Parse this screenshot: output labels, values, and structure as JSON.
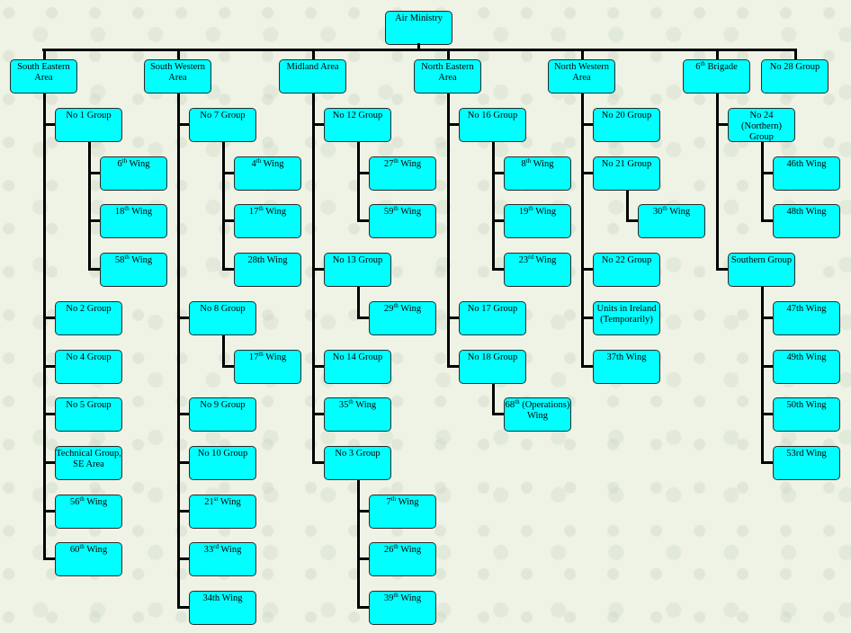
{
  "root": {
    "num": "Air Ministry"
  },
  "areas": [
    {
      "num": "South Eastern Area",
      "children": [
        {
          "num": "No 1 Group",
          "children": [
            {
              "num": "6",
              "sup": "th",
              "rest": " Wing"
            },
            {
              "num": "18",
              "sup": "th",
              "rest": " Wing"
            },
            {
              "num": "58",
              "sup": "th",
              "rest": " Wing"
            }
          ]
        },
        {
          "num": "No 2 Group"
        },
        {
          "num": "No 4 Group"
        },
        {
          "num": "No 5 Group"
        },
        {
          "num": "Technical Group, SE Area"
        },
        {
          "num": "56",
          "sup": "th",
          "rest": " Wing"
        },
        {
          "num": "60",
          "sup": "th",
          "rest": " Wing"
        }
      ]
    },
    {
      "num": "South Western Area",
      "children": [
        {
          "num": "No 7 Group",
          "children": [
            {
              "num": "4",
              "sup": "th",
              "rest": " Wing"
            },
            {
              "num": "17",
              "sup": "th",
              "rest": " Wing"
            },
            {
              "num": "28th Wing"
            }
          ]
        },
        {
          "num": "No 8 Group",
          "children": [
            {
              "num": "17",
              "sup": "th",
              "rest": " Wing"
            }
          ]
        },
        {
          "num": "No 9 Group"
        },
        {
          "num": "No 10 Group"
        },
        {
          "num": "21",
          "sup": "st",
          "rest": " Wing"
        },
        {
          "num": "33",
          "sup": "rd",
          "rest": " Wing"
        },
        {
          "num": "34th Wing"
        }
      ]
    },
    {
      "num": "Midland Area",
      "children": [
        {
          "num": "No 12 Group",
          "children": [
            {
              "num": "27",
              "sup": "th",
              "rest": " Wing"
            },
            {
              "num": "59",
              "sup": "th",
              "rest": " Wing"
            }
          ]
        },
        {
          "num": "No 13 Group",
          "children": [
            {
              "num": "29",
              "sup": "th",
              "rest": " Wing"
            }
          ]
        },
        {
          "num": "No 14 Group"
        },
        {
          "num": "35",
          "sup": "th",
          "rest": " Wing"
        },
        {
          "num": "No 3 Group",
          "children": [
            {
              "num": "7",
              "sup": "th",
              "rest": " Wing"
            },
            {
              "num": "26",
              "sup": "th",
              "rest": " Wing"
            },
            {
              "num": "39",
              "sup": "th",
              "rest": " Wing"
            }
          ]
        }
      ]
    },
    {
      "num": "North Eastern Area",
      "children": [
        {
          "num": "No 16 Group",
          "children": [
            {
              "num": "8",
              "sup": "th",
              "rest": " Wing"
            },
            {
              "num": "19",
              "sup": "th",
              "rest": " Wing"
            },
            {
              "num": "23",
              "sup": "rd",
              "rest": " Wing"
            }
          ]
        },
        {
          "num": "No 17 Group"
        },
        {
          "num": "No 18 Group",
          "children": [
            {
              "num": "68",
              "sup": "th",
              "rest": " (Operations) Wing"
            }
          ]
        }
      ]
    },
    {
      "num": "North Western Area",
      "children": [
        {
          "num": "No 20 Group"
        },
        {
          "num": "No 21 Group",
          "children": [
            {
              "num": "30",
              "sup": "th",
              "rest": " Wing"
            }
          ]
        },
        {
          "num": "No 22 Group"
        },
        {
          "num": "Units in Ireland (Temporarily)"
        },
        {
          "num": "37th Wing"
        }
      ]
    },
    {
      "num": "6",
      "sup": "th",
      "rest": " Brigade",
      "children": [
        {
          "num": "No 24 (Northern) Group",
          "children": [
            {
              "num": "46th Wing"
            },
            {
              "num": "48th Wing"
            }
          ]
        },
        {
          "num": "Southern Group",
          "children": [
            {
              "num": "47th Wing"
            },
            {
              "num": "49th Wing"
            },
            {
              "num": "50th Wing"
            },
            {
              "num": "53rd Wing"
            }
          ]
        }
      ]
    },
    {
      "num": "No 28 Group"
    }
  ],
  "colors": {
    "box": "#00ffff",
    "line": "#000000",
    "background": "#eef3e6"
  }
}
